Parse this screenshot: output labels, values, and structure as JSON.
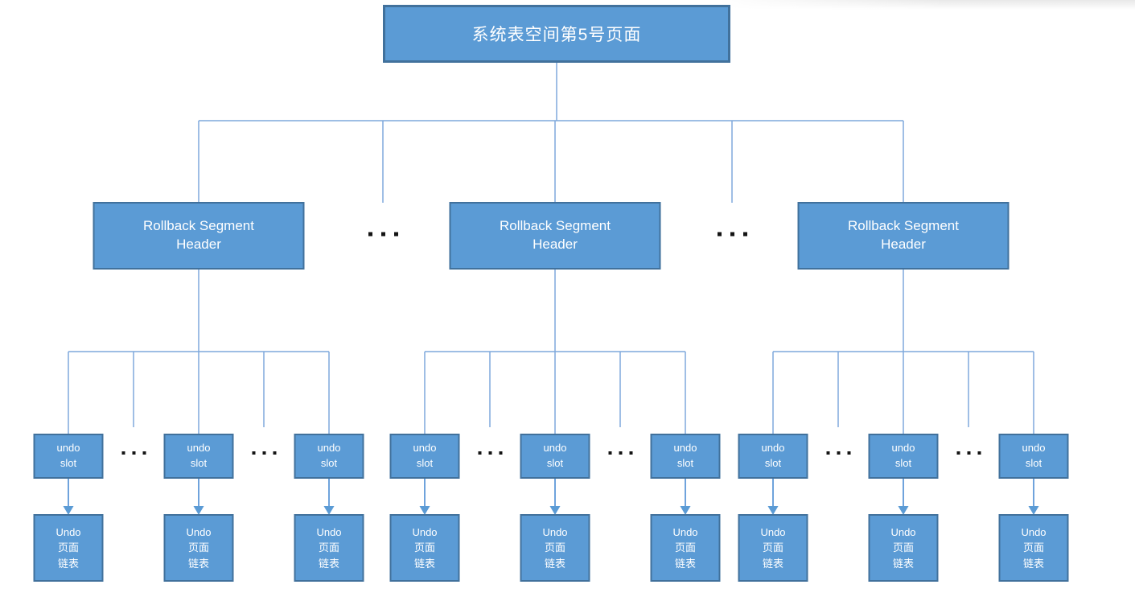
{
  "diagram": {
    "title_node": "系统表空间第5号页面",
    "segment_header_node": "Rollback Segment\nHeader",
    "undo_slot_node": "undo\nslot",
    "undo_page_list_node": "Undo\n页面\n链表",
    "ellipsis": "...",
    "counts": {
      "segment_headers": 3,
      "undo_slots_per_segment": 3,
      "undo_slot_columns": 9,
      "ellipsis_between_segments": 2,
      "ellipsis_between_slots": 6
    },
    "colors": {
      "node_fill": "#5B9BD5",
      "node_border": "#41719C",
      "connector_line": "#7FA9DC",
      "arrow": "#5B9BD5",
      "ellipsis_dots": "#141414",
      "node_text": "#FFFFFF",
      "background": "#FFFFFF"
    }
  }
}
